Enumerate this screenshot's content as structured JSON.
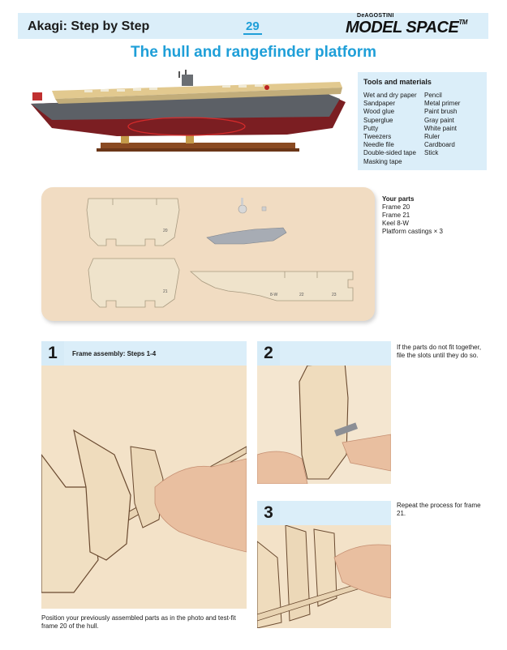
{
  "header": {
    "title": "Akagi: Step by Step",
    "page_number": "29",
    "brand_top": "DeAGOSTINI",
    "brand_main": "MODEL SPACE",
    "brand_tm": "TM"
  },
  "main_title": "The hull and rangefinder platform",
  "tools": {
    "heading": "Tools and materials",
    "left": [
      "Wet and dry paper",
      "Sandpaper",
      "Wood glue",
      "Superglue",
      "Putty",
      "Tweezers",
      "Needle file",
      "Double-sided tape",
      "Masking tape"
    ],
    "right": [
      "Pencil",
      "Metal primer",
      "Paint brush",
      "Gray paint",
      "White paint",
      "Ruler",
      "Cardboard",
      "Stick"
    ]
  },
  "parts": {
    "heading": "Your parts",
    "items": [
      "Frame 20",
      "Frame 21",
      "Keel 8-W",
      "Platform castings × 3"
    ],
    "piece_labels": [
      "20",
      "21",
      "8-W",
      "22",
      "23"
    ]
  },
  "steps": [
    {
      "number": "1",
      "label": "Frame assembly: Steps 1-4",
      "caption": "Position your previously assembled parts as in the photo and test-fit frame 20 of the hull."
    },
    {
      "number": "2",
      "caption": "If the parts do not fit together, file the slots until they do so."
    },
    {
      "number": "3",
      "caption": "Repeat the process for frame 21."
    }
  ],
  "colors": {
    "accent": "#1f9fd8",
    "light_blue": "#dbeef9",
    "wood": "#ecdcc0",
    "panel": "#f1dcc2"
  }
}
